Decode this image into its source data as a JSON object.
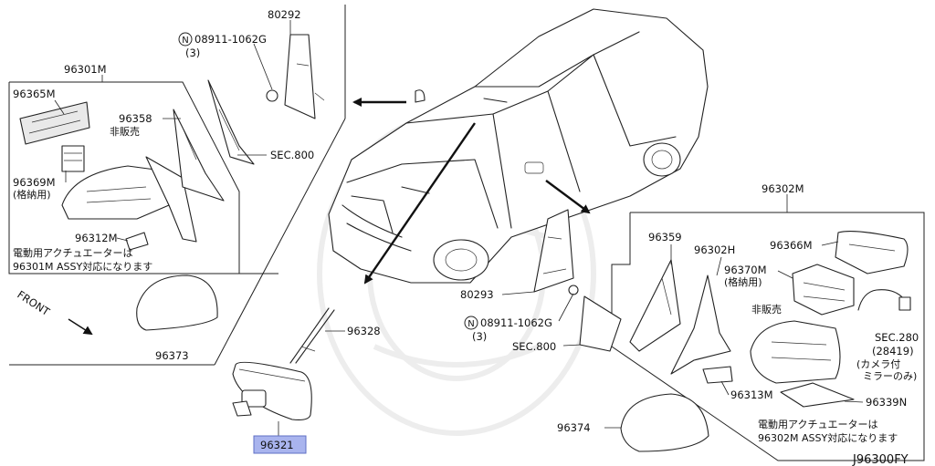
{
  "diagram_id": "J96300FY",
  "left_group": {
    "assy_label": "96301M",
    "parts": {
      "p96365M": "96365M",
      "p96358": "96358",
      "p96369M": "96369M",
      "p96369M_note": "(格納用)",
      "p96312M": "96312M",
      "not_for_sale": "非販売"
    },
    "note_line1": "電動用アクチュエーターは",
    "note_line2": "96301M ASSY対応になります"
  },
  "top_center": {
    "p80292": "80292",
    "bolt_code": "08911-1062G",
    "bolt_qty": "(3)",
    "sec": "SEC.800"
  },
  "front_label": "FRONT",
  "cover_left": "96373",
  "harness": "96328",
  "inner_mirror": "96321",
  "lower_center": {
    "p80293": "80293",
    "bolt_code": "08911-1062G",
    "bolt_qty": "(3)",
    "sec": "SEC.800"
  },
  "cover_right": "96374",
  "right_group": {
    "assy_label": "96302M",
    "parts": {
      "p96359": "96359",
      "p96302H": "96302H",
      "p96366M": "96366M",
      "p96370M": "96370M",
      "p96370M_note": "(格納用)",
      "not_for_sale": "非販売",
      "p96313M": "96313M",
      "p96339N": "96339N",
      "sec280": "SEC.280",
      "sec280_sub": "(28419)",
      "camera_note1": "(カメラ付",
      "camera_note2": "ミラーのみ)"
    },
    "note_line1": "電動用アクチュエーターは",
    "note_line2": "96302M ASSY対応になります"
  },
  "colors": {
    "highlight": "#a9b4ee",
    "line": "#222222",
    "watermark": "#ededed"
  }
}
